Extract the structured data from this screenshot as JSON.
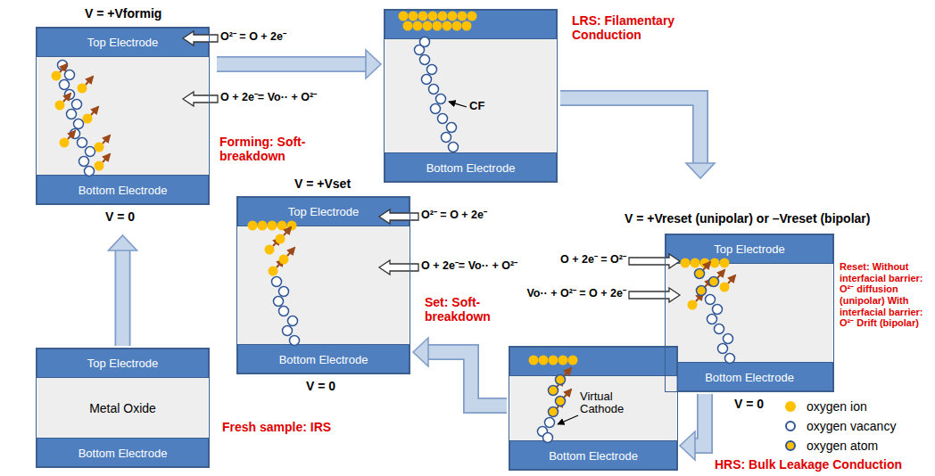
{
  "diagram": {
    "nodes": [
      {
        "text": [
          "Forming: Soft-breakdown"
        ]
      },
      {
        "text": [
          "Top Electrode"
        ],
        "in": 0
      },
      {
        "text": [
          "Bottom Electrode"
        ],
        "in": 0
      },
      {
        "text": [
          "LRS: Filamentary Conduction"
        ]
      },
      {
        "text": [
          "Bottom Electrode"
        ],
        "in": 3
      },
      {
        "text": [
          "Set: Soft-breakdown"
        ]
      },
      {
        "text": [
          "Top Electrode"
        ],
        "in": 5
      },
      {
        "text": [
          "Bottom Electrode"
        ],
        "in": 5
      },
      {
        "text": [
          "Reset: Without interfacial barrier: O²⁻ diffusion (unipolar) With interfacial barrier: O²⁻ Drift (bipolar)"
        ]
      },
      {
        "text": [
          "Top Electrode"
        ],
        "in": 8
      },
      {
        "text": [
          "Bottom Electrode"
        ],
        "in": 8
      },
      {
        "text": [
          "Fresh sample: IRS"
        ]
      },
      {
        "text": [
          "Top Electrode"
        ],
        "in": 11
      },
      {
        "text": [
          "Metal Oxide"
        ],
        "in": 11
      },
      {
        "text": [
          "Bottom Electrode"
        ],
        "in": 11
      },
      {
        "text": [
          "HRS: Bulk Leakage Conduction"
        ]
      },
      {
        "text": [
          "Bottom Electrode"
        ],
        "in": 15
      }
    ],
    "edges": [
      {
        "from": 11,
        "to": 0,
        "arrow": "to"
      },
      {
        "from": 0,
        "to": 3,
        "arrow": "to"
      },
      {
        "from": 3,
        "to": 8,
        "arrow": "to"
      },
      {
        "from": 8,
        "to": 15,
        "arrow": "to"
      },
      {
        "from": 15,
        "to": 5,
        "arrow": "to"
      }
    ],
    "labels": [
      "V = +Vformig",
      "O²⁻ = O + 2e⁻",
      "O + 2e⁻= Vo·· + O²⁻",
      "V = 0",
      "CF",
      "V = +Vset",
      "O²⁻ = O + 2e⁻",
      "O + 2e⁻= Vo·· + O²⁻",
      "V = 0",
      "V = +Vreset (unipolar) or –Vreset (bipolar)",
      "O + 2e⁻ = O²⁻",
      "Vo·· + O²⁻ = O + 2e⁻",
      "V = 0",
      "Virtual Cathode"
    ],
    "legend": [
      {
        "text": "oxygen ion",
        "color": "#ffc000"
      },
      {
        "text": "oxygen vacancy"
      },
      {
        "text": "oxygen atom"
      }
    ]
  }
}
